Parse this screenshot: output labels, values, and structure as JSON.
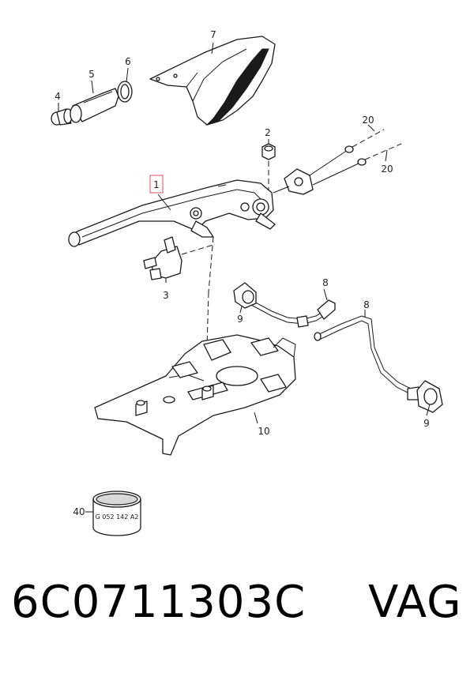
{
  "callouts": {
    "c1": "1",
    "c2": "2",
    "c3": "3",
    "c4": "4",
    "c5": "5",
    "c6": "6",
    "c7": "7",
    "c8a": "8",
    "c8b": "8",
    "c9a": "9",
    "c9b": "9",
    "c10": "10",
    "c20a": "20",
    "c20b": "20",
    "c40": "40"
  },
  "ring_marking": "G 052 142 A2",
  "footer": {
    "part_number": "6C0711303C",
    "brand": "VAG"
  },
  "colors": {
    "highlight_box": "#e0707a",
    "ink": "#1a1a1a"
  }
}
